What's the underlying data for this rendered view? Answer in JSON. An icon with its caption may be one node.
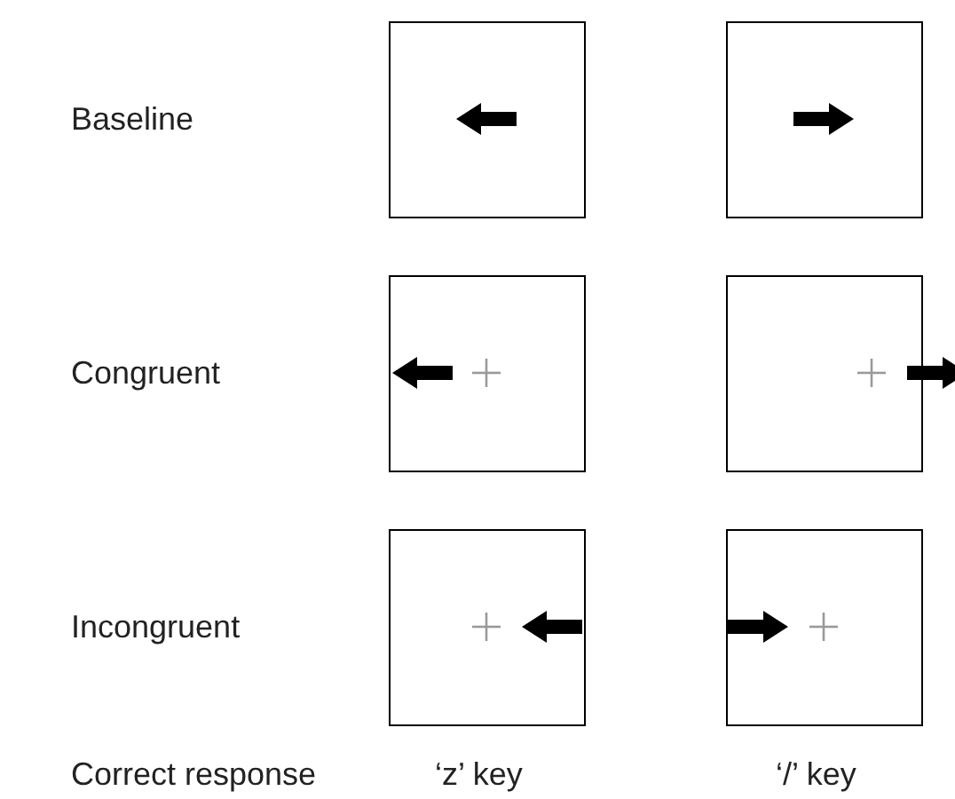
{
  "diagram": {
    "labels": [
      "Baseline",
      "Congruent",
      "Incongruent",
      "Correct response",
      "‘z’ key",
      "‘/’ key"
    ]
  }
}
